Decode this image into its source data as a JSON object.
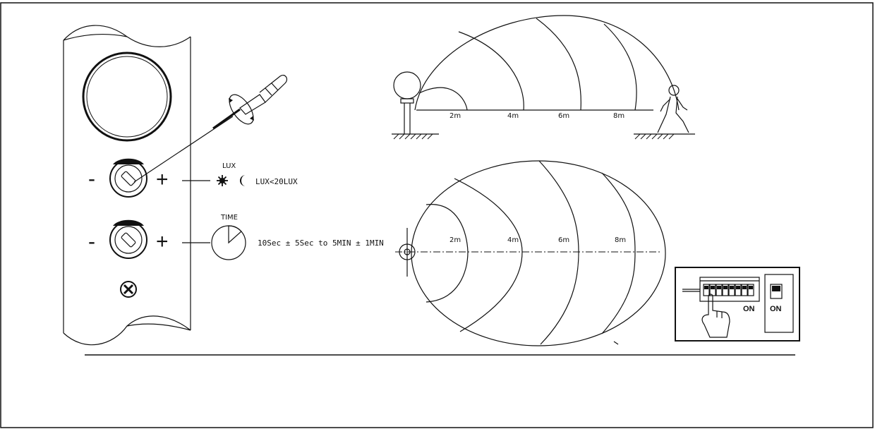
{
  "lux": {
    "title": "LUX",
    "setting": "LUX<20LUX",
    "minus": "-",
    "plus": "+"
  },
  "time": {
    "title": "TIME",
    "range": "10Sec ± 5Sec to 5MIN ± 1MIN",
    "minus": "-",
    "plus": "+"
  },
  "side_view": {
    "distances": [
      "2m",
      "4m",
      "6m",
      "8m"
    ]
  },
  "top_view": {
    "distances": [
      "2m",
      "4m",
      "6m",
      "8m"
    ]
  },
  "dip_switch": {
    "block_label": "ON",
    "toggle_label": "ON"
  },
  "icons": [
    "screwdriver-icon",
    "sun-icon",
    "moon-icon",
    "timer-icon",
    "lamp-post-icon",
    "walking-person-icon",
    "sensor-icon",
    "screw-icon",
    "hand-icon"
  ],
  "colors": {
    "line": "#111111",
    "background": "#ffffff"
  }
}
